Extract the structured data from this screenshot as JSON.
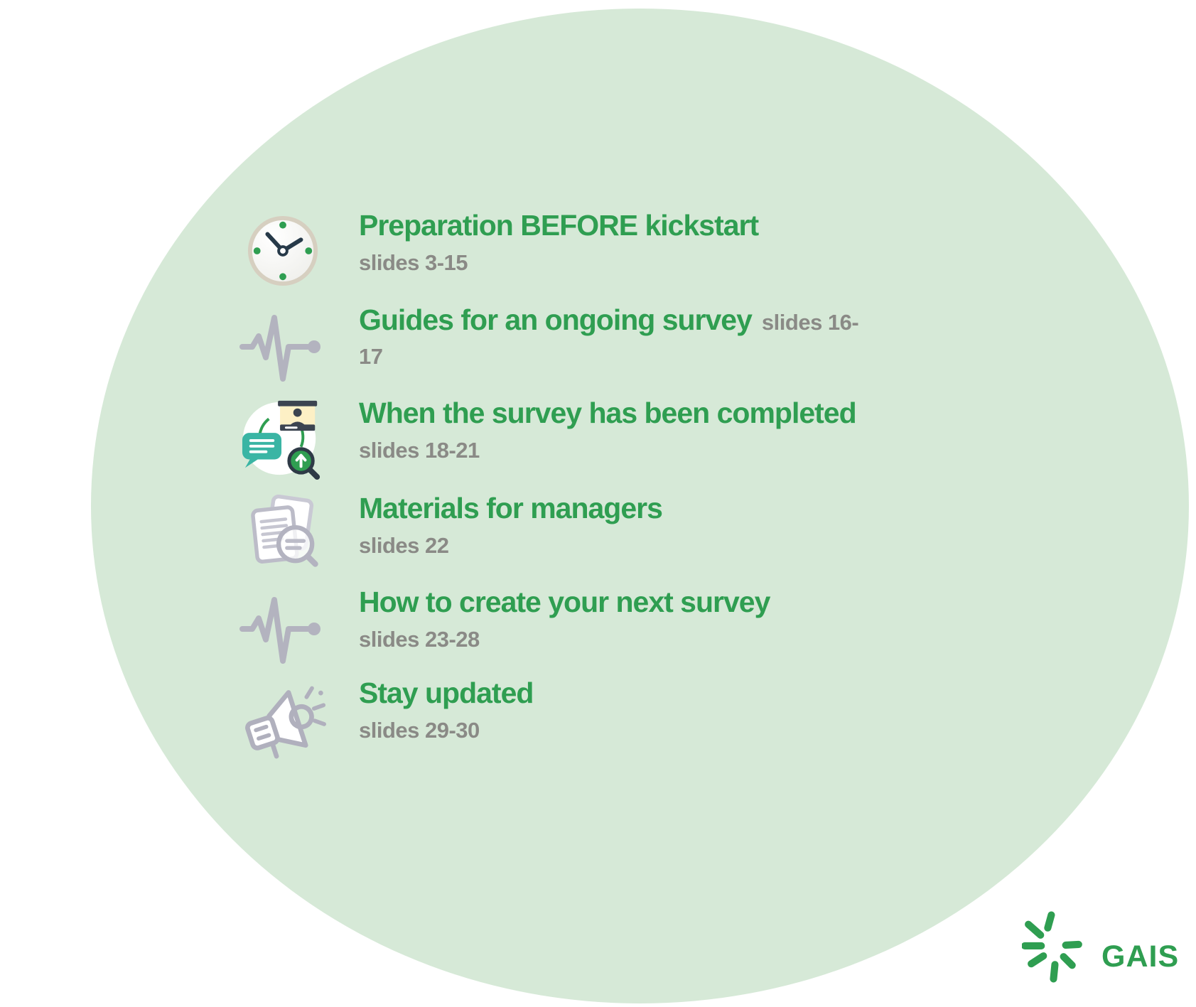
{
  "colors": {
    "circle_bg": "#d6e9d7",
    "title_green": "#2f9e51",
    "slides_gray": "#8a8a86",
    "icon_gray": "#b3b3bf",
    "clock_border_tan": "#d6cfc0",
    "clock_hands_navy": "#273a49",
    "chat_teal": "#3ab5a4",
    "presentation_yellow": "#fdf0c5"
  },
  "items": [
    {
      "icon": "clock-icon",
      "title": "Preparation BEFORE kickstart",
      "slides": "slides 3-15"
    },
    {
      "icon": "pulse-icon",
      "title": "Guides for an ongoing survey",
      "slides": "slides 16-17",
      "slides_prefix": "slides 16-",
      "slides_suffix": "17"
    },
    {
      "icon": "survey-review-cycle-icon",
      "title": "When the survey has been completed",
      "slides": "slides 18-21"
    },
    {
      "icon": "documents-magnifier-icon",
      "title": "Materials for managers",
      "slides": "slides 22"
    },
    {
      "icon": "pulse-icon",
      "title": "How to create your next survey",
      "slides": "slides 23-28"
    },
    {
      "icon": "megaphone-icon",
      "title": "Stay updated",
      "slides": "slides 29-30"
    }
  ],
  "logo": {
    "text": "GAIS",
    "mark": "starburst-icon"
  }
}
